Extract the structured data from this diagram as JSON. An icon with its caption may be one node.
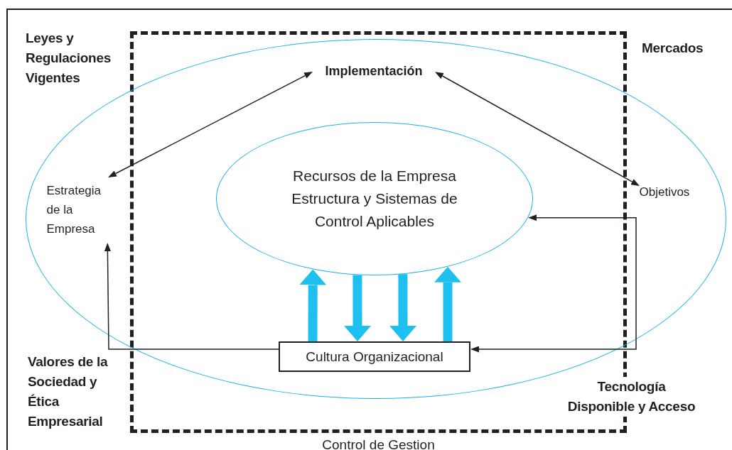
{
  "diagram": {
    "nodes": [
      {
        "text": [
          "Control de Gestion"
        ]
      },
      {
        "text": [],
        "shape": "ellipse"
      },
      {
        "text": [
          "Recursos de la Empresa Estructura y Sistemas de Control Aplicables"
        ],
        "in": 0
      },
      {
        "text": [
          "Implementación"
        ],
        "in": 0
      },
      {
        "text": [
          "Estrategia de la Empresa"
        ],
        "in": 1
      },
      {
        "text": [
          "Objetivos"
        ],
        "in": 1
      },
      {
        "text": [
          "Cultura Organizacional"
        ],
        "in": 0
      }
    ],
    "edges": [
      {
        "from": 3,
        "to": 4,
        "arrow": "both"
      },
      {
        "from": 3,
        "to": 5,
        "arrow": "both"
      },
      {
        "from": 6,
        "to": 4,
        "arrow": "to"
      },
      {
        "from": null,
        "to": 2,
        "arrow": "to"
      },
      {
        "from": null,
        "to": 6,
        "arrow": "to"
      },
      {
        "from": 6,
        "to": 2,
        "arrow": "to",
        "style": "thick",
        "color": "#1ec0f0"
      },
      {
        "from": 2,
        "to": 6,
        "arrow": "to",
        "style": "thick",
        "color": "#1ec0f0"
      },
      {
        "from": 2,
        "to": 6,
        "arrow": "to",
        "style": "thick",
        "color": "#1ec0f0"
      },
      {
        "from": 6,
        "to": 2,
        "arrow": "to",
        "style": "thick",
        "color": "#1ec0f0"
      }
    ],
    "labels": [
      "Leyes y Regulaciones Vigentes",
      "Mercados",
      "Valores de la Sociedad y Ética Empresarial",
      "Tecnología Disponible y Acceso"
    ]
  }
}
